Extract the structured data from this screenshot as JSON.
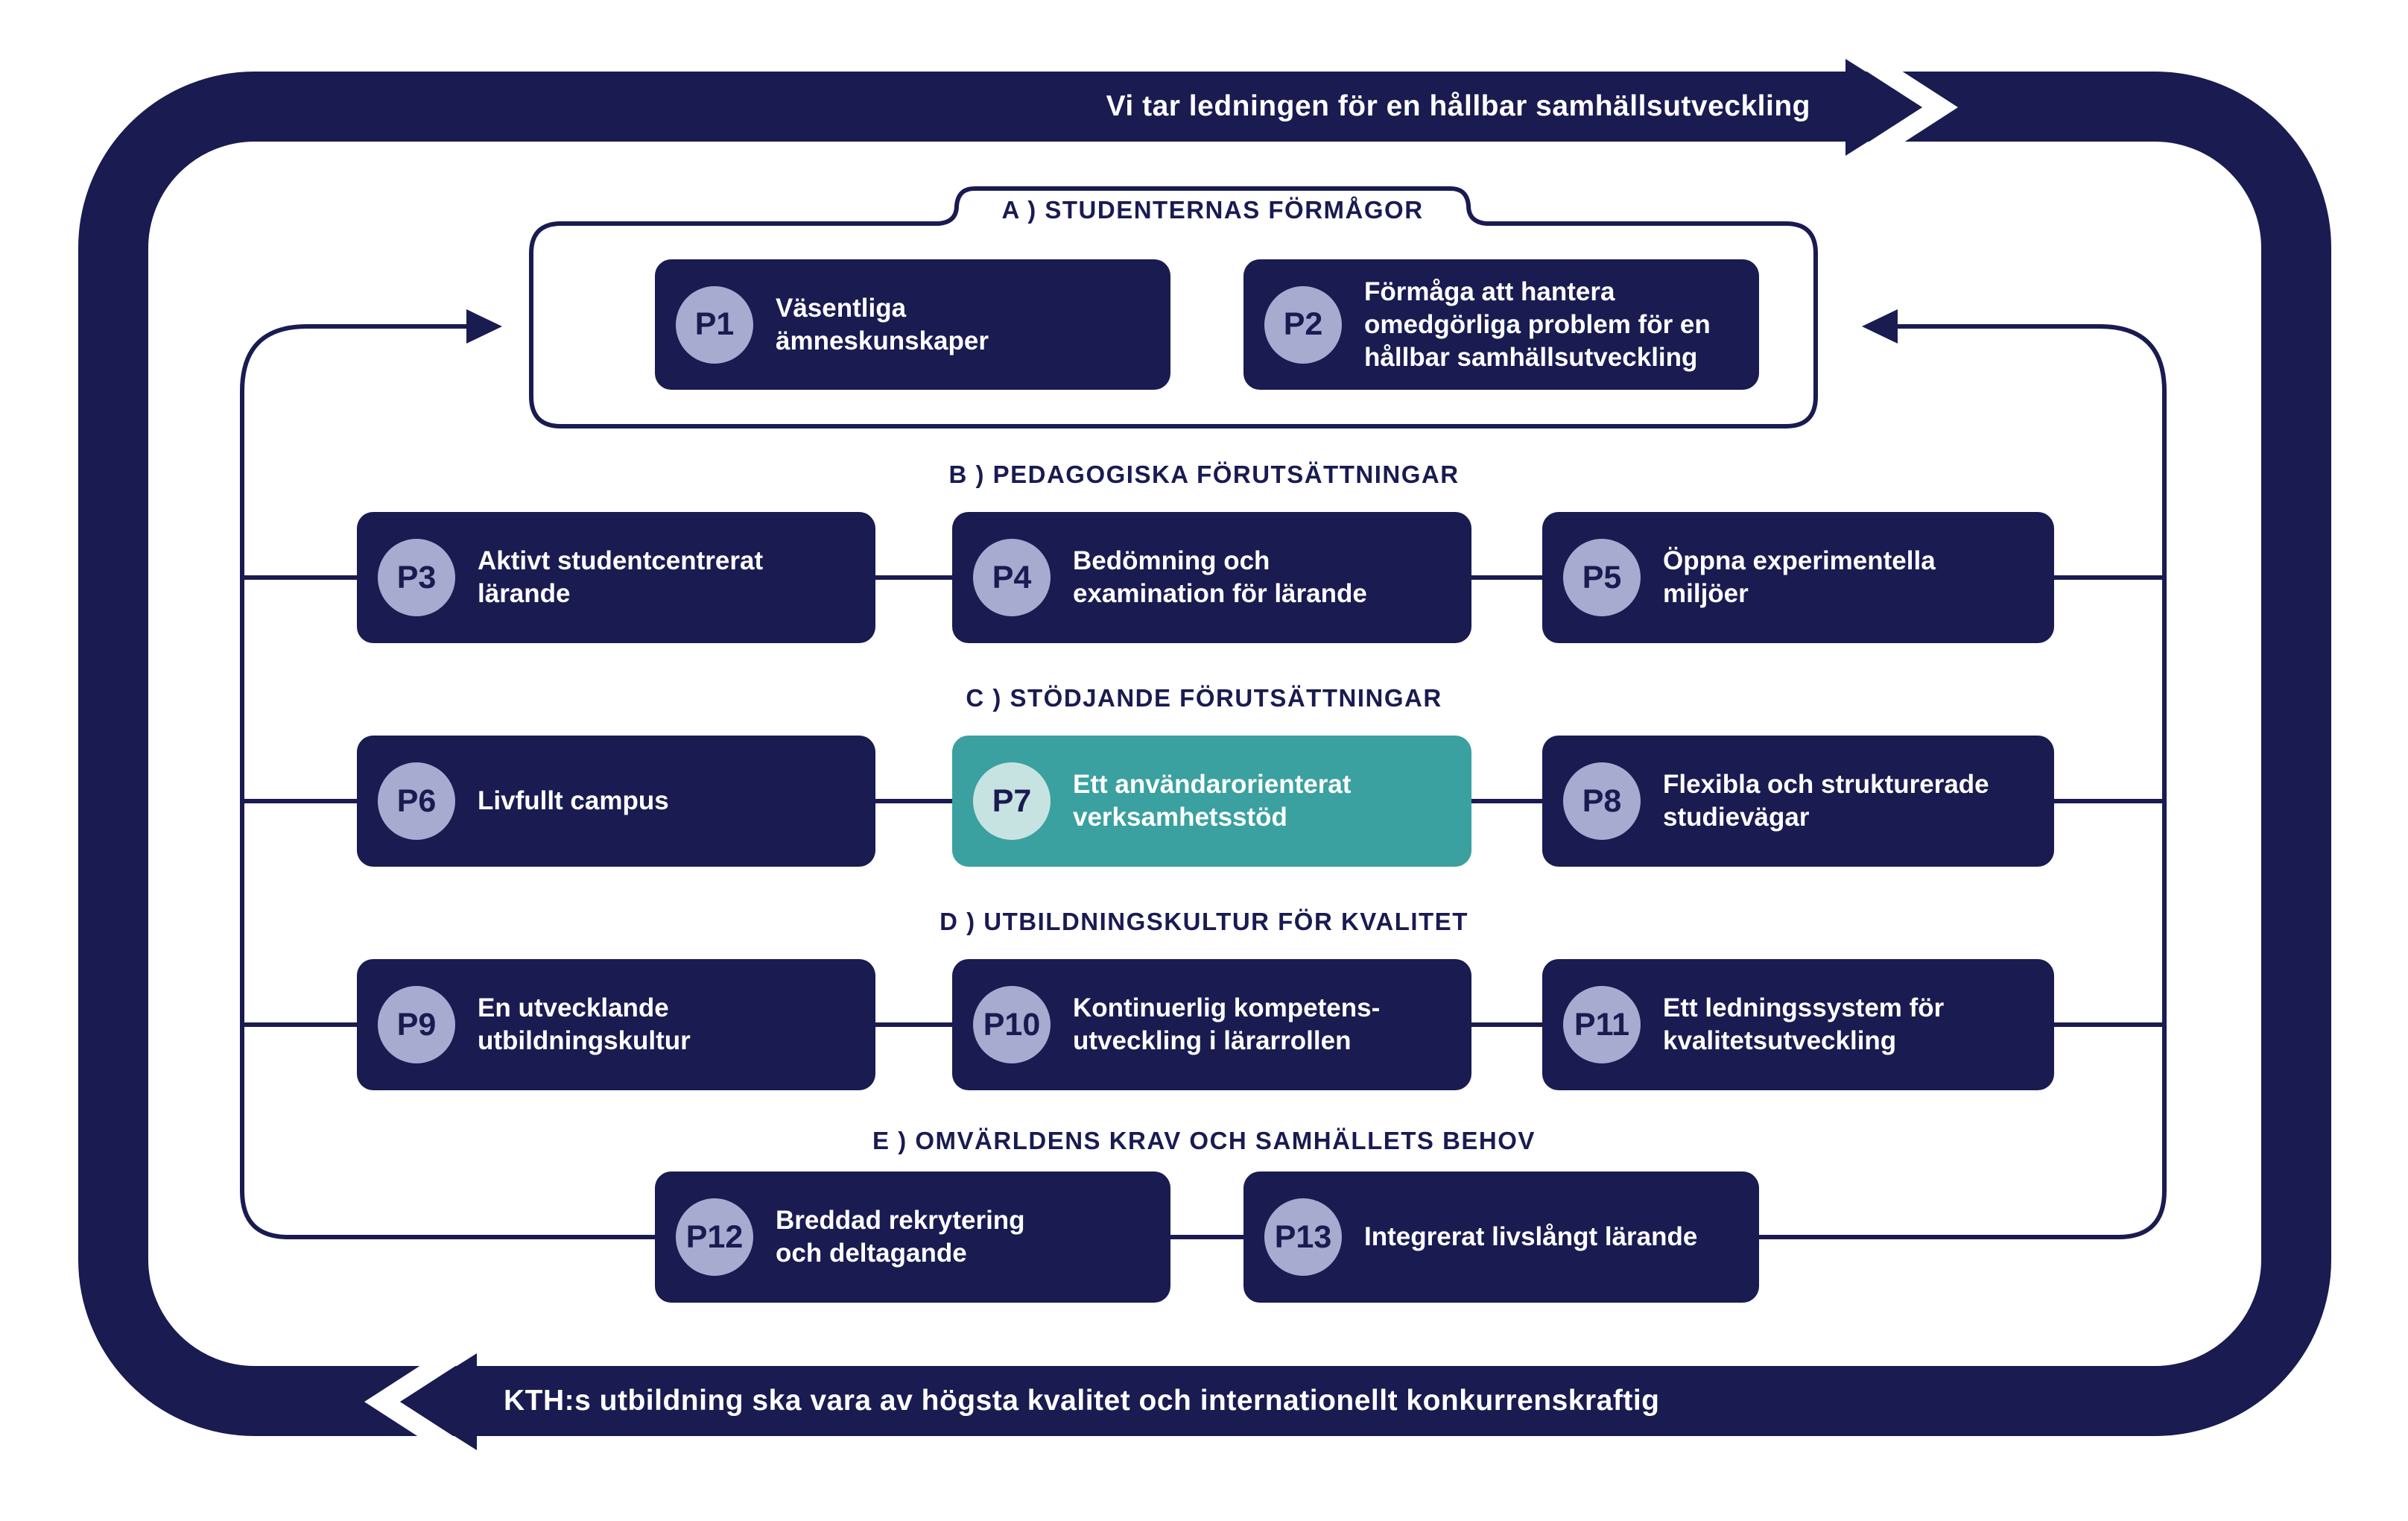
{
  "banners": {
    "top": "Vi tar ledningen för en hållbar samhällsutveckling",
    "bottom": "KTH:s utbildning ska vara av högsta kvalitet och internationellt konkurrenskraftig"
  },
  "sections": [
    {
      "id": "A",
      "title": "A )  STUDENTERNAS FÖRMÅGOR"
    },
    {
      "id": "B",
      "title": "B )  PEDAGOGISKA FÖRUTSÄTTNINGAR"
    },
    {
      "id": "C",
      "title": "C )  STÖDJANDE FÖRUTSÄTTNINGAR"
    },
    {
      "id": "D",
      "title": "D )  UTBILDNINGSKULTUR FÖR KVALITET"
    },
    {
      "id": "E",
      "title": "E )  OMVÄRLDENS KRAV OCH SAMHÄLLETS BEHOV"
    }
  ],
  "boxes": [
    {
      "id": "P1",
      "label": "Väsentliga\nämneskunskaper",
      "highlight": false
    },
    {
      "id": "P2",
      "label": "Förmåga att hantera\nomedgörliga problem för en\nhållbar samhällsutveckling",
      "highlight": false
    },
    {
      "id": "P3",
      "label": "Aktivt studentcentrerat\nlärande",
      "highlight": false
    },
    {
      "id": "P4",
      "label": "Bedömning och\nexamination för lärande",
      "highlight": false
    },
    {
      "id": "P5",
      "label": "Öppna experimentella\nmiljöer",
      "highlight": false
    },
    {
      "id": "P6",
      "label": "Livfullt campus",
      "highlight": false
    },
    {
      "id": "P7",
      "label": "Ett användarorienterat\nverksamhetsstöd",
      "highlight": true
    },
    {
      "id": "P8",
      "label": "Flexibla och strukturerade\nstudievägar",
      "highlight": false
    },
    {
      "id": "P9",
      "label": "En utvecklande\nutbildningskultur",
      "highlight": false
    },
    {
      "id": "P10",
      "label": "Kontinuerlig kompetens-\nutveckling i lärarrollen",
      "highlight": false
    },
    {
      "id": "P11",
      "label": "Ett ledningssystem för\nkvalitetsutveckling",
      "highlight": false
    },
    {
      "id": "P12",
      "label": "Breddad rekrytering\noch deltagande",
      "highlight": false
    },
    {
      "id": "P13",
      "label": "Integrerat livslångt lärande",
      "highlight": false
    }
  ],
  "colors": {
    "navy": "#191b51",
    "teal": "#3aa0a0",
    "circle": "#a7abd0",
    "circle_teal": "#c7e3e1"
  }
}
